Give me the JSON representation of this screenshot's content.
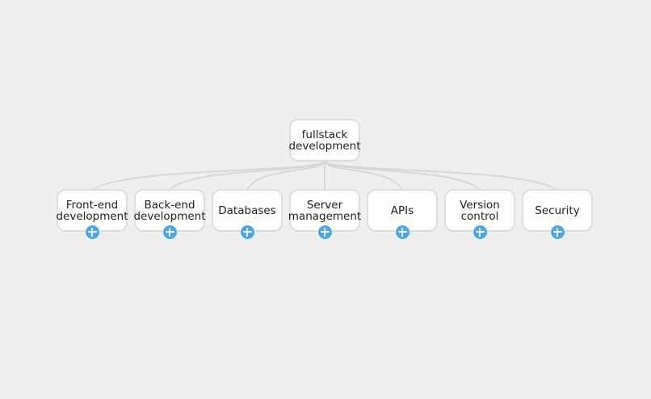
{
  "mindmap": {
    "root": {
      "label": "fullstack\ndevelopment"
    },
    "children": [
      {
        "label": "Front-end\ndevelopment",
        "expand_icon": "plus-circle-icon"
      },
      {
        "label": "Back-end\ndevelopment",
        "expand_icon": "plus-circle-icon"
      },
      {
        "label": "Databases",
        "expand_icon": "plus-circle-icon"
      },
      {
        "label": "Server\nmanagement",
        "expand_icon": "plus-circle-icon"
      },
      {
        "label": "APIs",
        "expand_icon": "plus-circle-icon"
      },
      {
        "label": "Version\ncontrol",
        "expand_icon": "plus-circle-icon"
      },
      {
        "label": "Security",
        "expand_icon": "plus-circle-icon"
      }
    ]
  },
  "colors": {
    "background": "#efefef",
    "node_fill": "#ffffff",
    "node_border": "#dcdcdc",
    "edge": "#d6d6d6",
    "expand_button": "#4aa8ee",
    "text": "#1f1f1f"
  }
}
